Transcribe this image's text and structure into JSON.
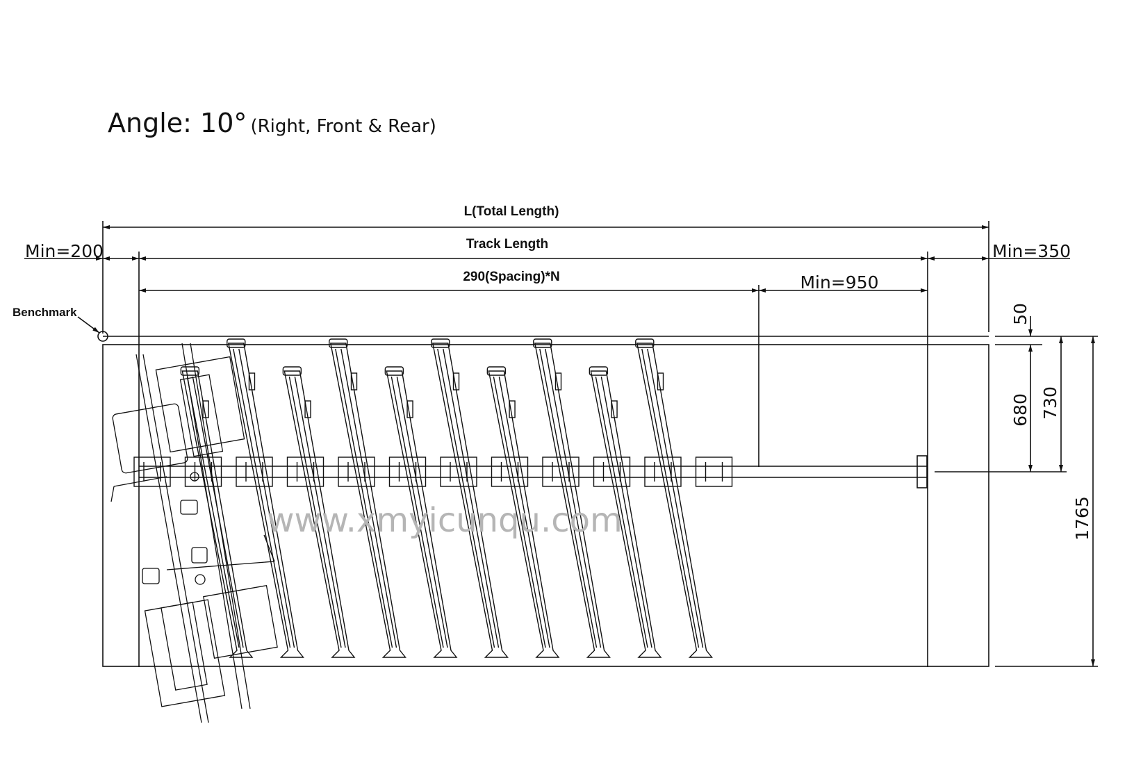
{
  "title": {
    "main": "Angle: 10°",
    "sub": "(Right, Front & Rear)"
  },
  "dimensions": {
    "total_length": "L(Total  Length)",
    "track_length": "Track  Length",
    "spacing": "290(Spacing)*N",
    "min_left": "Min=200",
    "min_right": "Min=350",
    "min_end": "Min=950",
    "benchmark": "Benchmark",
    "d50": "50",
    "d680": "680",
    "d730": "730",
    "d1765": "1765"
  },
  "watermark": "www.xmyicunqu.com",
  "rack": {
    "angle_deg": 10,
    "stand_count": 10
  }
}
